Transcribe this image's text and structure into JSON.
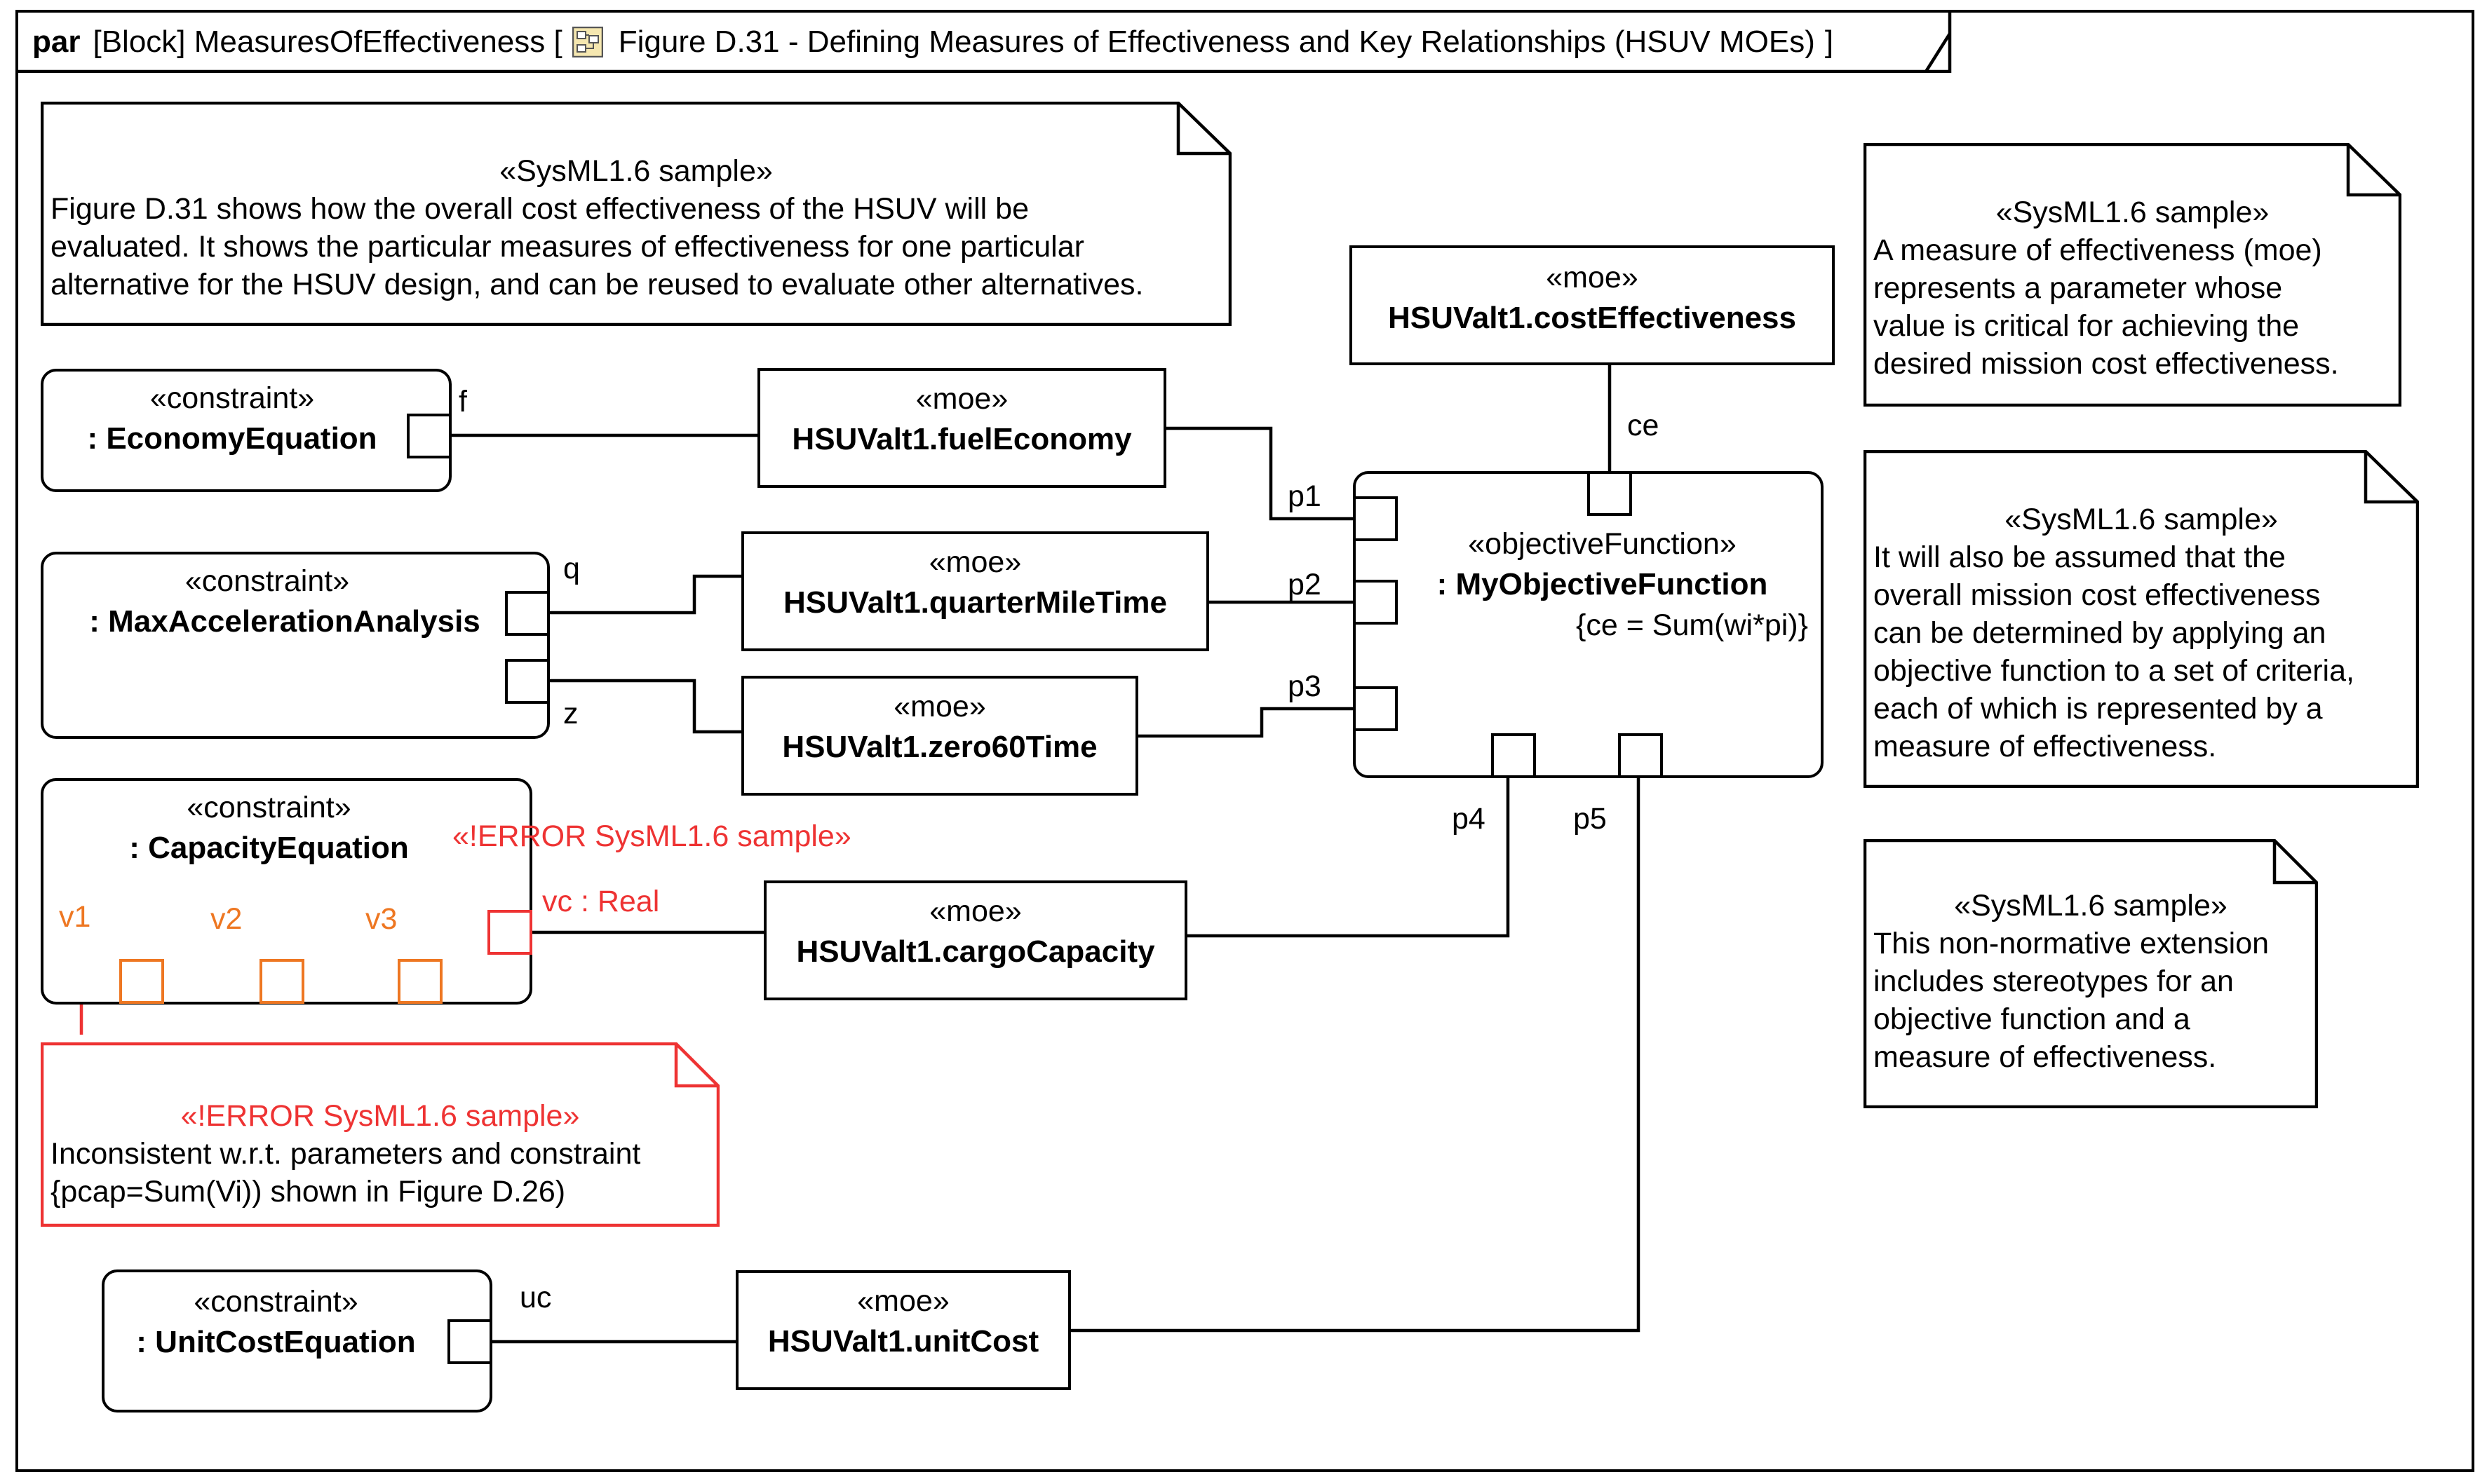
{
  "frame": {
    "kind": "par",
    "context": "[Block] MeasuresOfEffectiveness [",
    "diagram_name": "Figure D.31 - Defining Measures of Effectiveness and Key Relationships (HSUV MOEs)",
    "close": "]",
    "icon": "parametric-diagram-icon"
  },
  "notes": [
    {
      "id": "note-intro",
      "title": "«SysML1.6 sample»",
      "body": "Figure D.31 shows how the overall cost effectiveness of the HSUV will be\nevaluated. It shows the particular measures of effectiveness for one particular\nalternative for the HSUV design, and can be reused to evaluate other alternatives."
    },
    {
      "id": "note-moe",
      "title": "«SysML1.6 sample»",
      "body": "A measure of effectiveness (moe)\nrepresents a parameter whose\nvalue is critical for achieving the\ndesired mission cost effectiveness."
    },
    {
      "id": "note-objective",
      "title": "«SysML1.6 sample»",
      "body": "It will also be assumed that the\noverall mission cost effectiveness\ncan be determined by applying an\nobjective function to a set of criteria,\neach of which is represented by a\nmeasure of effectiveness."
    },
    {
      "id": "note-extension",
      "title": "«SysML1.6 sample»",
      "body": "This non-normative extension\nincludes stereotypes for an\nobjective function and a\nmeasure of effectiveness."
    },
    {
      "id": "note-error",
      "title": "«!ERROR SysML1.6 sample»",
      "body": "Inconsistent w.r.t. parameters and constraint\n{pcap=Sum(Vi)) shown in Figure D.26)"
    }
  ],
  "constraints": {
    "economy": {
      "stereotype": "«constraint»",
      "name": ": EconomyEquation"
    },
    "maxaccel": {
      "stereotype": "«constraint»",
      "name": ": MaxAccelerationAnalysis"
    },
    "capacity": {
      "stereotype": "«constraint»",
      "name": ": CapacityEquation"
    },
    "unitcost": {
      "stereotype": "«constraint»",
      "name": ": UnitCostEquation"
    }
  },
  "moes": {
    "cost_effectiveness": {
      "stereotype": "«moe»",
      "name": "HSUValt1.costEffectiveness"
    },
    "fuel_economy": {
      "stereotype": "«moe»",
      "name": "HSUValt1.fuelEconomy"
    },
    "quarter_mile": {
      "stereotype": "«moe»",
      "name": "HSUValt1.quarterMileTime"
    },
    "zero60": {
      "stereotype": "«moe»",
      "name": "HSUValt1.zero60Time"
    },
    "cargo_capacity": {
      "stereotype": "«moe»",
      "name": "HSUValt1.cargoCapacity"
    },
    "unit_cost": {
      "stereotype": "«moe»",
      "name": "HSUValt1.unitCost"
    }
  },
  "objective": {
    "stereotype": "«objectiveFunction»",
    "name": ": MyObjectiveFunction",
    "expression": "{ce = Sum(wi*pi)}"
  },
  "port_labels": {
    "f": "f",
    "q": "q",
    "z": "z",
    "uc": "uc",
    "ce": "ce",
    "p1": "p1",
    "p2": "p2",
    "p3": "p3",
    "p4": "p4",
    "p5": "p5",
    "v1": "v1",
    "v2": "v2",
    "v3": "v3",
    "vc": "vc : Real"
  },
  "error_stereotype": "«!ERROR SysML1.6 sample»",
  "colors": {
    "error": "#ee3333",
    "warning_port": "#ee7722",
    "line": "#000000"
  }
}
